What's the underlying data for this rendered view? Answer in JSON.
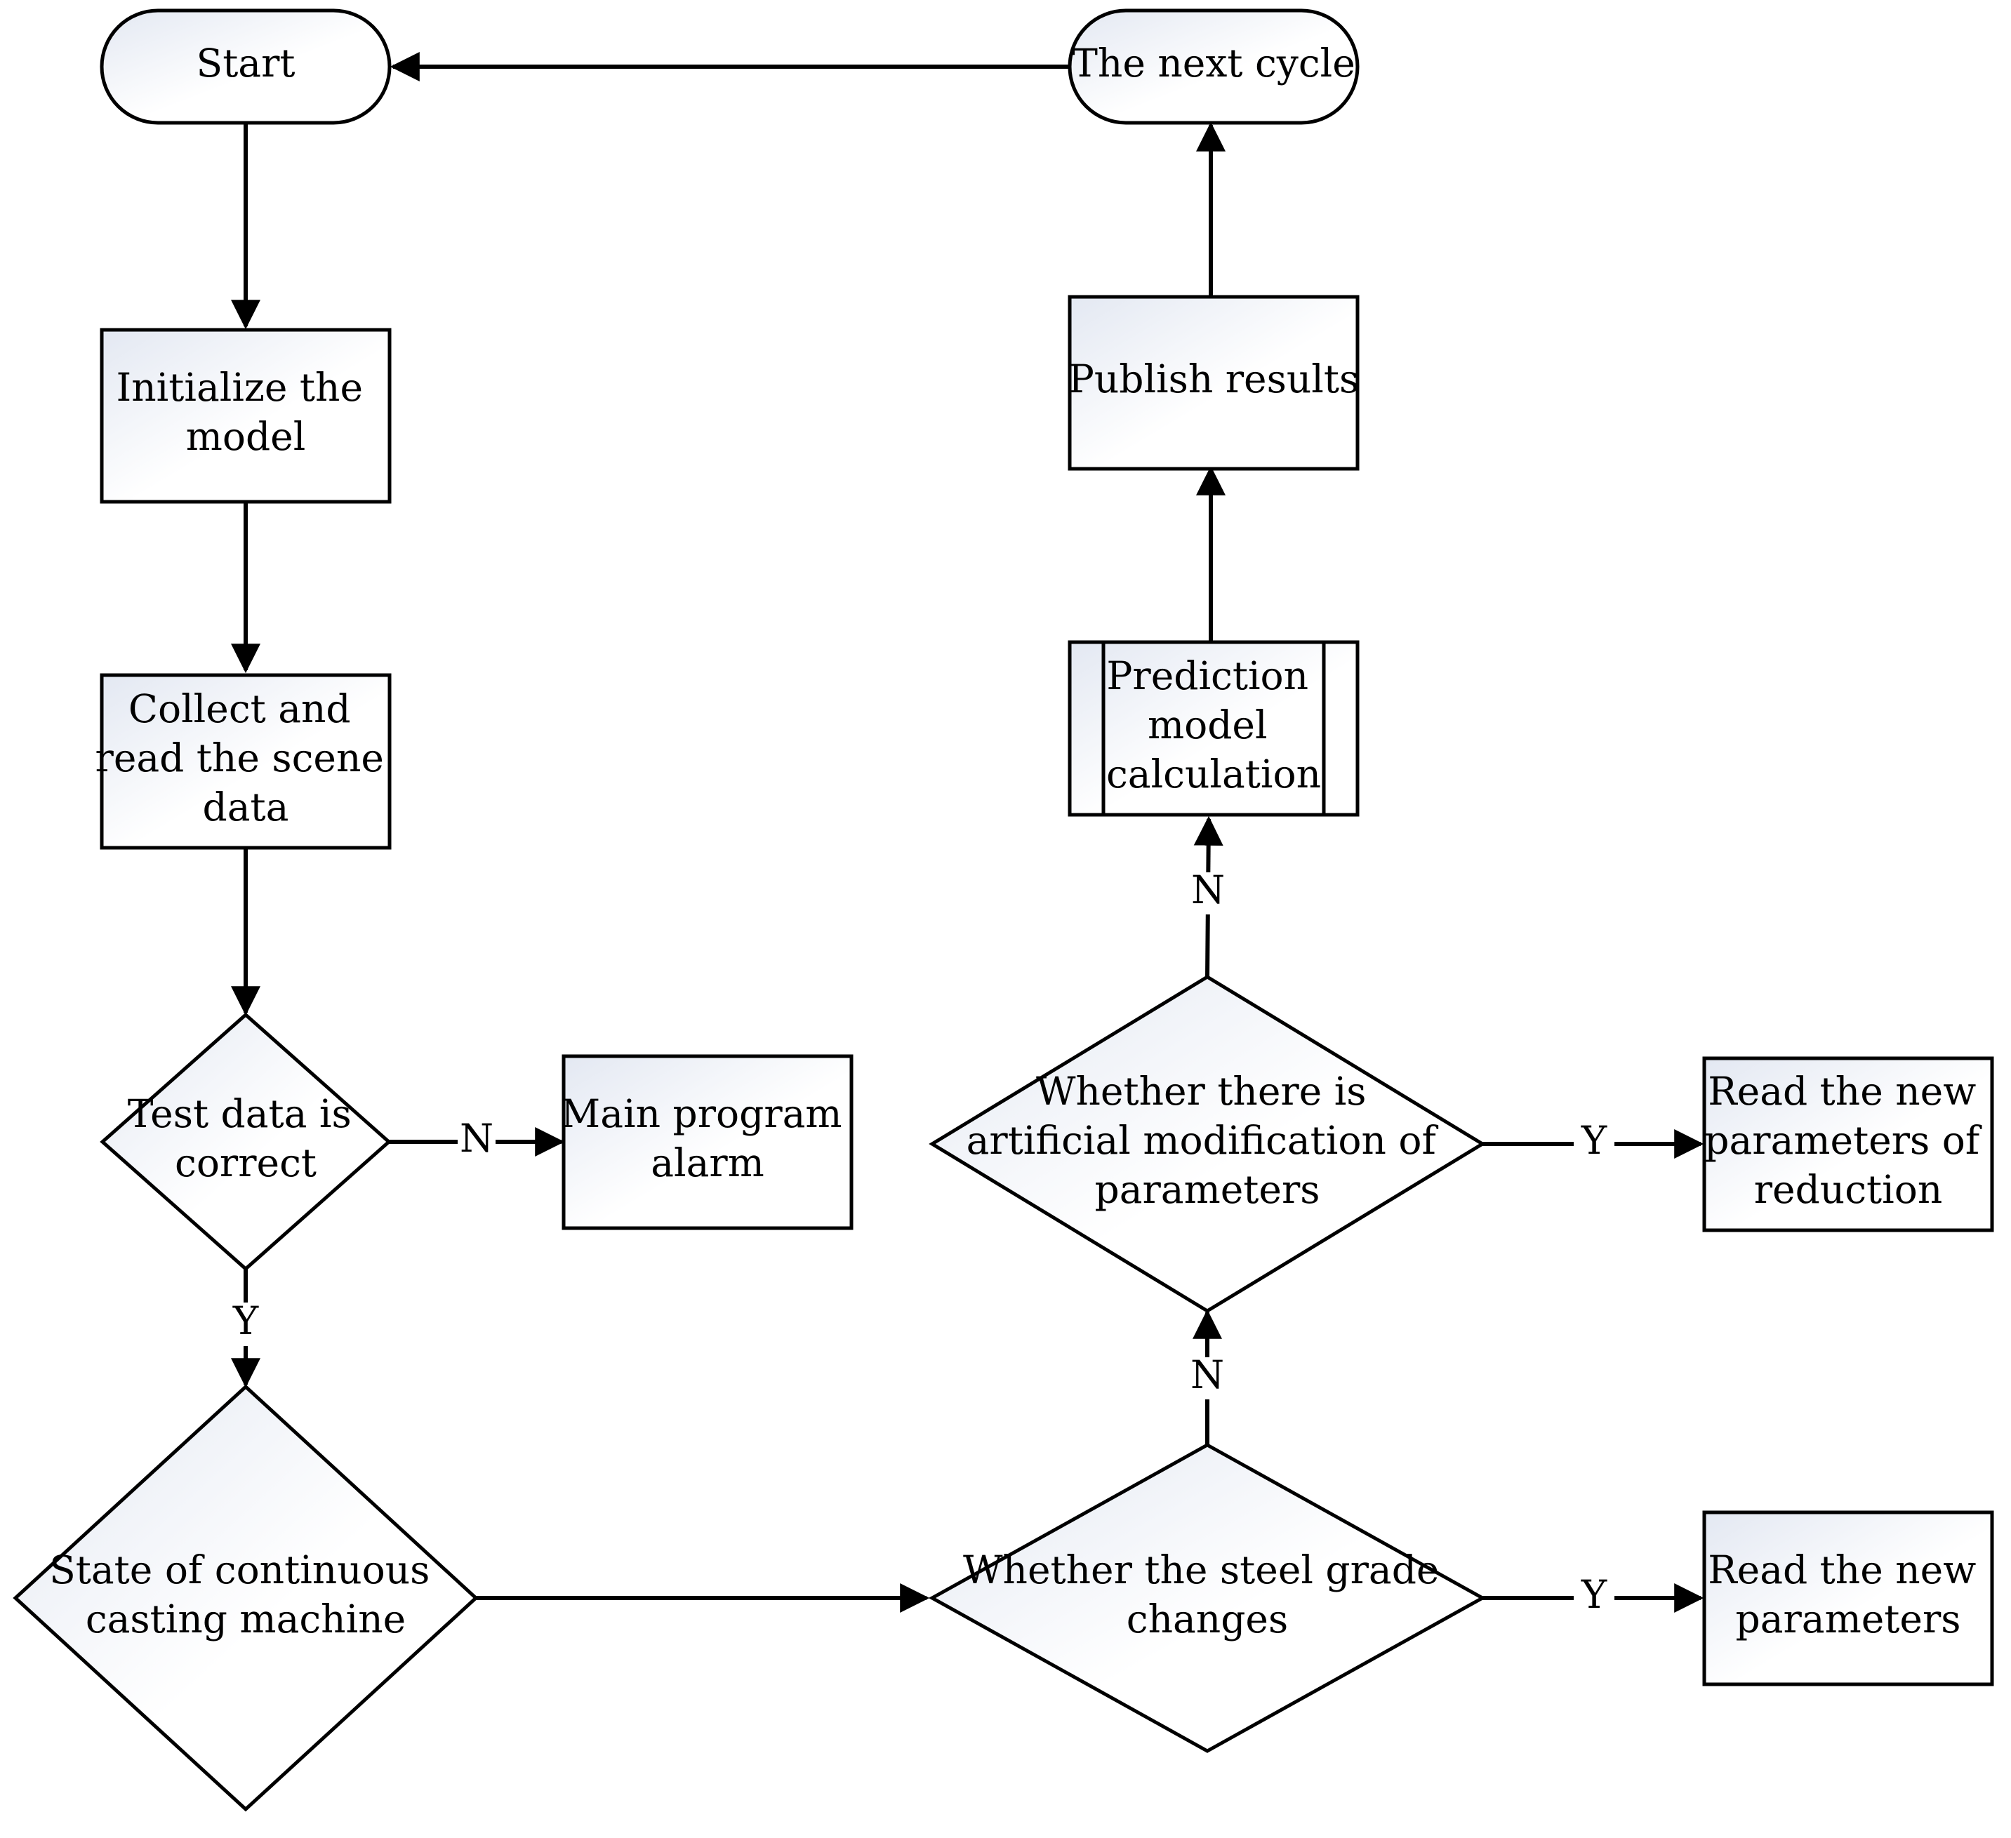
{
  "nodes": {
    "start": {
      "lines": [
        "Start"
      ]
    },
    "next_cycle": {
      "lines": [
        "The next cycle"
      ]
    },
    "initialize": {
      "lines": [
        "Initialize the",
        "model"
      ]
    },
    "publish": {
      "lines": [
        "Publish results"
      ]
    },
    "collect": {
      "lines": [
        "Collect and",
        "read the scene",
        "data"
      ]
    },
    "prediction": {
      "lines": [
        "Prediction",
        "model",
        "calculation"
      ]
    },
    "test_data": {
      "lines": [
        "Test data is",
        "correct"
      ]
    },
    "alarm": {
      "lines": [
        "Main program",
        "alarm"
      ]
    },
    "artificial": {
      "lines": [
        "Whether there is",
        "artificial modification of",
        "parameters"
      ]
    },
    "read_reduction": {
      "lines": [
        "Read the new",
        "parameters of",
        "reduction"
      ]
    },
    "state": {
      "lines": [
        "State of continuous",
        "casting machine"
      ]
    },
    "steel_grade": {
      "lines": [
        "Whether the steel grade",
        "changes"
      ]
    },
    "read_params": {
      "lines": [
        "Read the new",
        "parameters"
      ]
    }
  },
  "edges": {
    "test_to_alarm": {
      "label": "N"
    },
    "test_to_state": {
      "label": "Y"
    },
    "artificial_to_reduction": {
      "label": "Y"
    },
    "artificial_to_prediction": {
      "label": "N"
    },
    "steel_to_artificial": {
      "label": "N"
    },
    "steel_to_params": {
      "label": "Y"
    }
  }
}
